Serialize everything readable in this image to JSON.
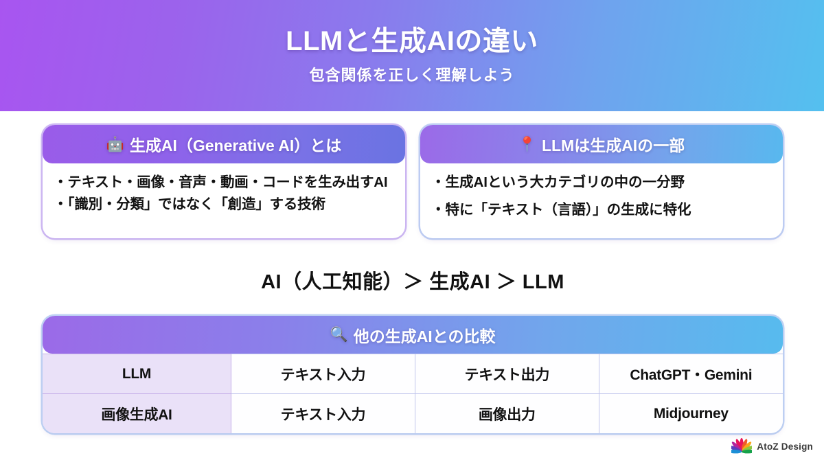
{
  "header": {
    "title": "LLMと生成AIの違い",
    "subtitle": "包含関係を正しく理解しよう"
  },
  "cards": [
    {
      "emoji": "🤖",
      "title": "生成AI（Generative AI）とは",
      "bullets": [
        "・テキスト・画像・音声・動画・コードを生み出すAI",
        "・「識別・分類」ではなく「創造」する技術"
      ]
    },
    {
      "emoji": "📍",
      "title": "LLMは生成AIの一部",
      "bullets": [
        "・生成AIという大カテゴリの中の一分野",
        "・特に「テキスト（言語）」の生成に特化"
      ]
    }
  ],
  "hierarchy": {
    "text": "AI（人工知能）＞ 生成AI ＞ LLM"
  },
  "table": {
    "emoji": "🔍",
    "title": "他の生成AIとの比較",
    "rows": [
      [
        "LLM",
        "テキスト入力",
        "テキスト出力",
        "ChatGPT・Gemini"
      ],
      [
        "画像生成AI",
        "テキスト入力",
        "画像出力",
        "Midjourney"
      ]
    ]
  },
  "footer": {
    "brand": "AtoZ Design"
  },
  "colors": {
    "gradient_start": "#a855f0",
    "gradient_mid": "#8a7bed",
    "gradient_end": "#54c0ef",
    "label_col_bg": "#eae1f8",
    "border_purple": "#c4aee8",
    "border_blue": "#bfc4ec",
    "text_dark": "#111111"
  }
}
